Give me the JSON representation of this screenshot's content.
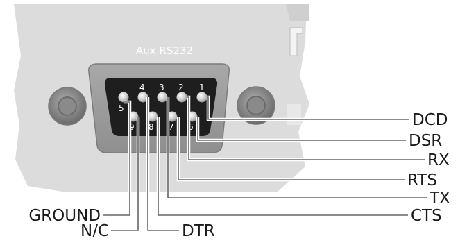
{
  "panel": {
    "title": "Aux RS232"
  },
  "pins": [
    {
      "number": "1",
      "label": "DCD"
    },
    {
      "number": "2",
      "label": "RX"
    },
    {
      "number": "3",
      "label": "TX"
    },
    {
      "number": "4",
      "label": "DTR"
    },
    {
      "number": "5",
      "label": "GROUND"
    },
    {
      "number": "6",
      "label": "DSR"
    },
    {
      "number": "7",
      "label": "RTS"
    },
    {
      "number": "8",
      "label": "CTS"
    },
    {
      "number": "9",
      "label": "N/C"
    }
  ],
  "colors": {
    "panel": "#dcdcdc",
    "connector_shell": "#9a9a9a",
    "connector_face": "#1e1e1e",
    "pin": "#c8c8c8",
    "wire": "#666666"
  }
}
